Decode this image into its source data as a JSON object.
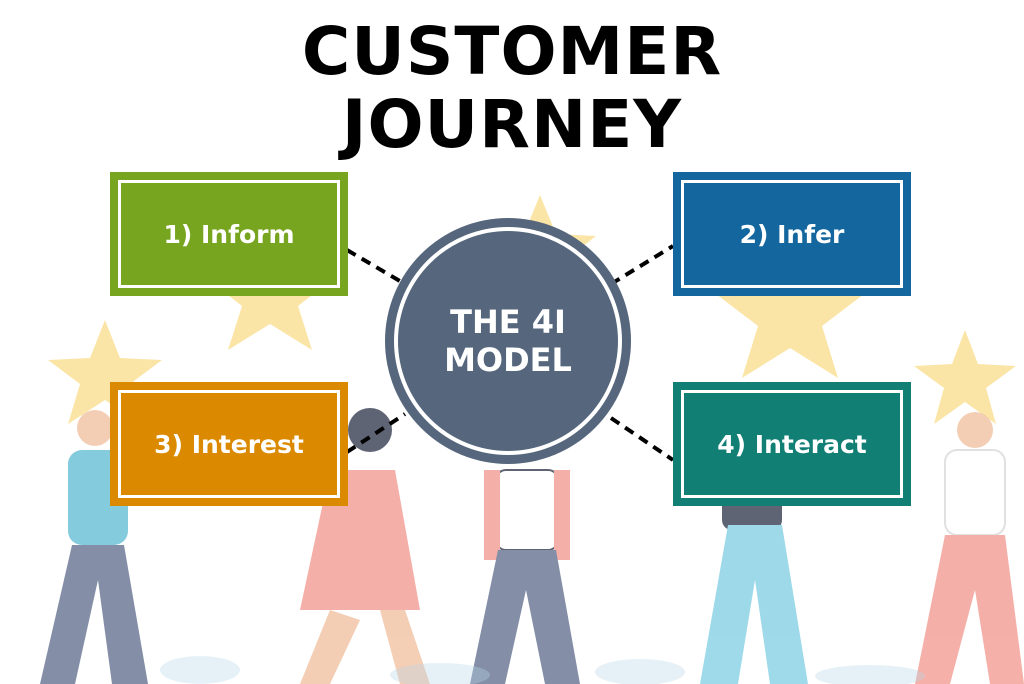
{
  "title": {
    "line1": "CUSTOMER",
    "line2": "JOURNEY"
  },
  "hub": {
    "label": "THE 4I MODEL",
    "color": "#56677d"
  },
  "steps": [
    {
      "label": "1) Inform",
      "color": "#78a51f"
    },
    {
      "label": "2) Infer",
      "color": "#13679e"
    },
    {
      "label": "3) Interest",
      "color": "#db8a00"
    },
    {
      "label": "4) Interact",
      "color": "#127f75"
    }
  ],
  "colors": {
    "star": "#fbe5a6",
    "connector": "#000000"
  }
}
